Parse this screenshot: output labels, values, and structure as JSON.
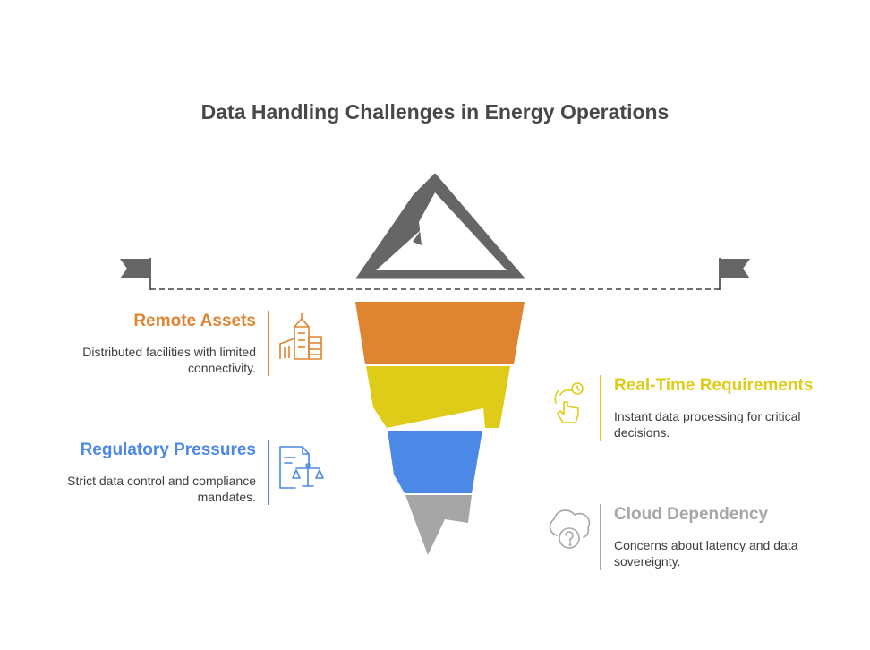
{
  "title": "Data Handling Challenges in Energy Operations",
  "colors": {
    "orange": "#DF8431",
    "yellow": "#DFCC18",
    "blue": "#4C88E5",
    "gray": "#A6A6A6",
    "dark": "#666666"
  },
  "items": [
    {
      "title": "Remote Assets",
      "description": "Distributed facilities with limited connectivity.",
      "color": "#DF8431",
      "icon": "buildings-icon"
    },
    {
      "title": "Real-Time Requirements",
      "description": "Instant data processing for critical decisions.",
      "color": "#DFCC18",
      "icon": "tap-clock-icon"
    },
    {
      "title": "Regulatory Pressures",
      "description": "Strict data control and compliance mandates.",
      "color": "#4C88E5",
      "icon": "document-scale-icon"
    },
    {
      "title": "Cloud Dependency",
      "description": "Concerns about latency and data sovereignty.",
      "color": "#A6A6A6",
      "icon": "cloud-question-icon"
    }
  ]
}
